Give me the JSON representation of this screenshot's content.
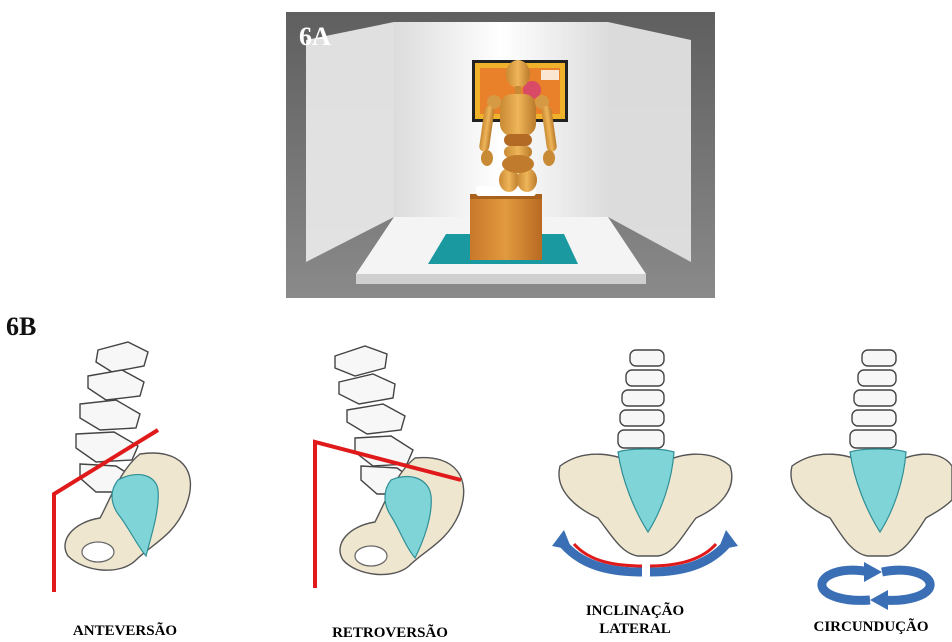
{
  "figure": {
    "panel_a_label": "6A",
    "panel_b_label": "6B"
  },
  "movements": [
    {
      "caption": "ANTEVERSÃO"
    },
    {
      "caption": "RETROVERSÃO"
    },
    {
      "caption": "INCLINAÇÃO LATERAL"
    },
    {
      "caption": "CIRCUNDUÇÃO"
    }
  ],
  "colors": {
    "studio_gray": "#6e6e6e",
    "bone": "#efe6cf",
    "sacrum": "#7fd4d8",
    "red_line": "#e01a1a",
    "arrow_blue": "#3a6fb5",
    "mat_teal": "#1a9aa0",
    "wood": "#d7962f"
  }
}
